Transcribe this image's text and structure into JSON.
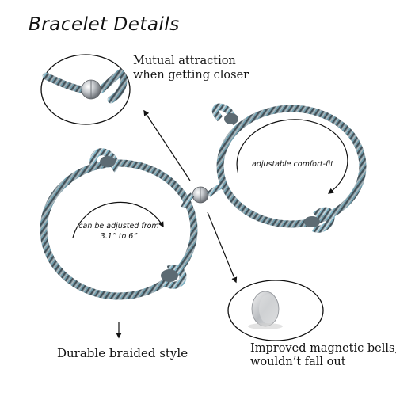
{
  "title": "Bracelet Details",
  "callouts": {
    "mutual_line1": "Mutual attraction",
    "mutual_line2": "when getting closer",
    "adjustable_fit": "adjustable comfort-fit",
    "adjust_range_line1": "can be adjusted from",
    "adjust_range_line2": "3.1” to 6”",
    "durable": "Durable braided style",
    "improved_line1": "Improved magnetic bells,",
    "improved_line2": "wouldn’t fall out"
  },
  "colors": {
    "cord_base": "#8aa0a8",
    "cord_dark": "#3e4a52",
    "cord_light": "#c9d6dc",
    "cord_blue": "#6fb3c9",
    "metal": "#b9bcc0",
    "line": "#111111"
  }
}
